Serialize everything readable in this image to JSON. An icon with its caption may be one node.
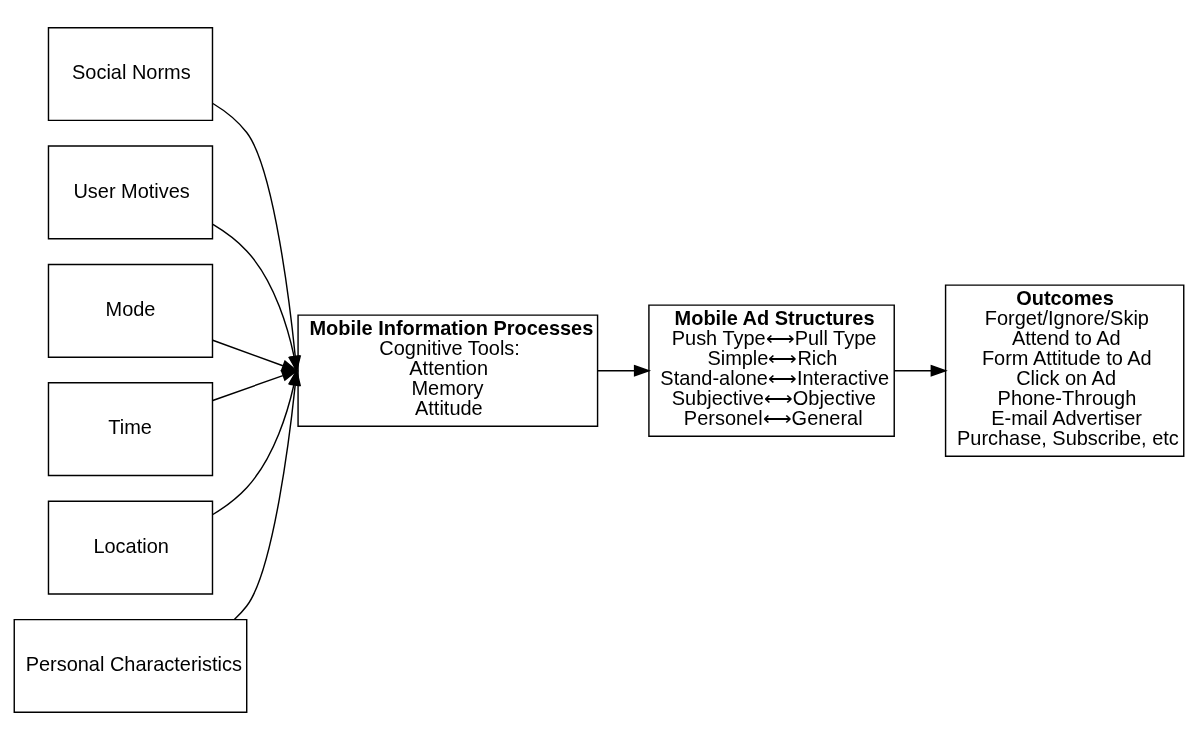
{
  "diagram": {
    "nodes": [
      {
        "text": [
          "Social Norms"
        ]
      },
      {
        "text": [
          "User Motives"
        ]
      },
      {
        "text": [
          "Mode"
        ]
      },
      {
        "text": [
          "Time"
        ]
      },
      {
        "text": [
          "Location"
        ]
      },
      {
        "text": [
          "Personal Characteristics"
        ]
      },
      {
        "text": [
          "Mobile Information Processes",
          "Cognitive Tools:",
          "Attention",
          "Memory",
          "Attitude"
        ]
      },
      {
        "text": [
          "Mobile Ad Structures",
          "Push Type⟷Pull Type",
          "Simple⟷Rich",
          "Stand-alone⟷Interactive",
          "Subjective⟷Objective",
          "Personel⟷General"
        ]
      },
      {
        "text": [
          "Outcomes",
          "Forget/Ignore/Skip",
          "Attend to Ad",
          "Form Attitude to Ad",
          "Click on Ad",
          "Phone-Through",
          "E-mail Advertiser",
          "Purchase, Subscribe, etc"
        ]
      }
    ],
    "edges": [
      {
        "from": 0,
        "to": 6,
        "arrow": "to"
      },
      {
        "from": 1,
        "to": 6,
        "arrow": "to"
      },
      {
        "from": 2,
        "to": 6,
        "arrow": "to"
      },
      {
        "from": 3,
        "to": 6,
        "arrow": "to"
      },
      {
        "from": 4,
        "to": 6,
        "arrow": "to"
      },
      {
        "from": 5,
        "to": 6,
        "arrow": "to"
      },
      {
        "from": 6,
        "to": 7,
        "arrow": "to"
      },
      {
        "from": 7,
        "to": 8,
        "arrow": "to"
      }
    ]
  }
}
